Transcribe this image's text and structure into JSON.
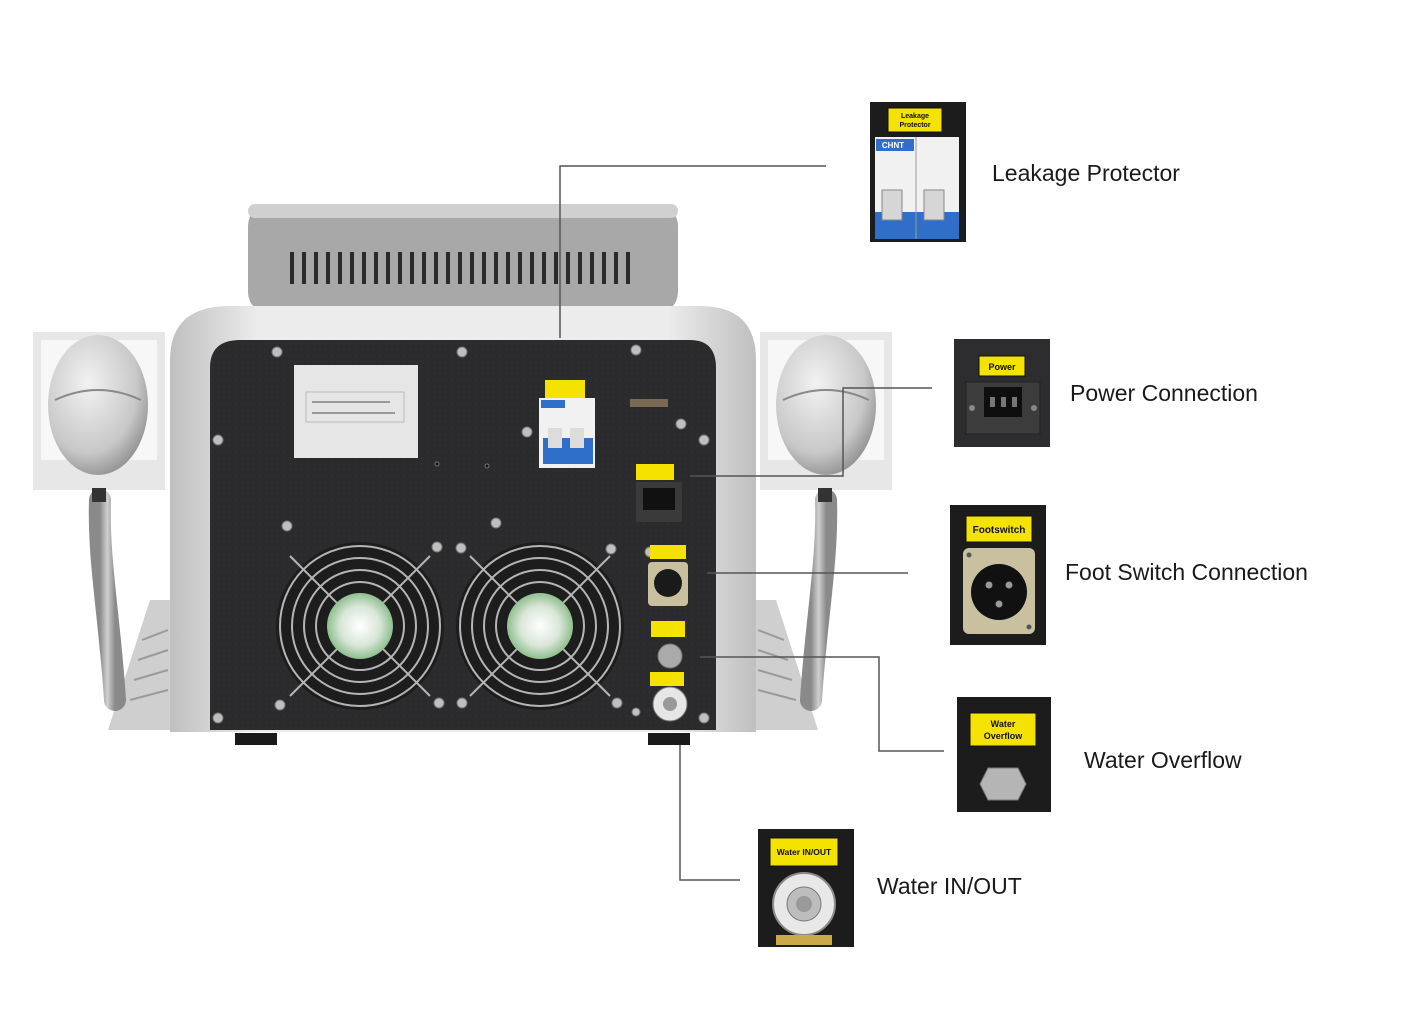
{
  "callouts": [
    {
      "id": "leakage",
      "label": "Leakage Protector",
      "tag": [
        "Leakage",
        "Protector"
      ],
      "brand": "CHNT"
    },
    {
      "id": "power",
      "label": "Power Connection",
      "tag": [
        "Power"
      ]
    },
    {
      "id": "footswitch",
      "label": "Foot Switch Connection",
      "tag": [
        "Footswitch"
      ]
    },
    {
      "id": "overflow",
      "label": "Water Overflow",
      "tag": [
        "Water",
        "Overflow"
      ]
    },
    {
      "id": "waterio",
      "label": "Water IN/OUT",
      "tag": [
        "Water IN/OUT"
      ]
    }
  ],
  "colors": {
    "panel": "#2b2b2d",
    "tag": "#f4e300",
    "leader": "#555555",
    "shell": "#d9d9d9"
  }
}
